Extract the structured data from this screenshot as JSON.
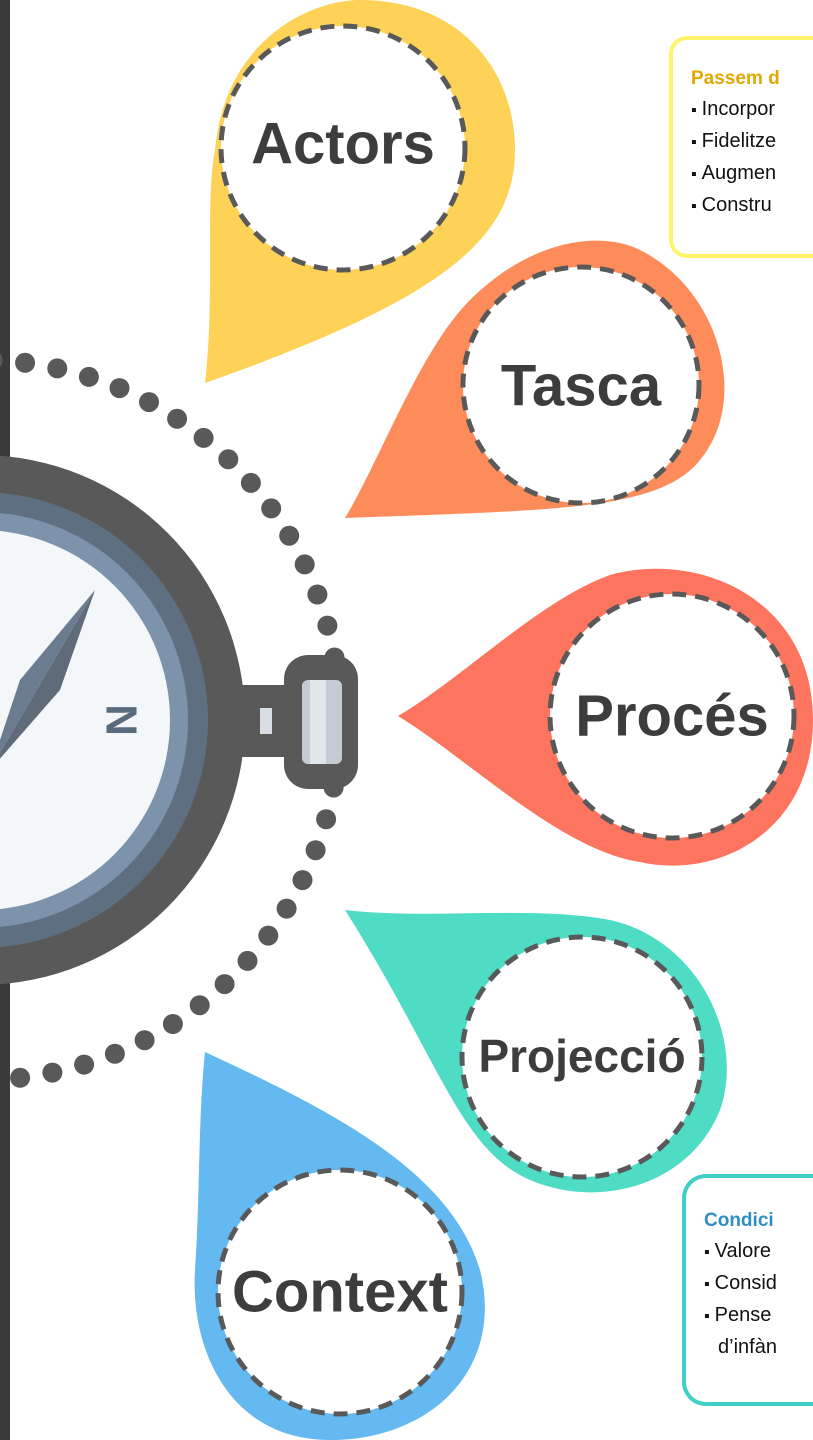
{
  "pins": [
    {
      "label": "Actors",
      "color": "#fdd257"
    },
    {
      "label": "Tasca",
      "color": "#fe8c5a"
    },
    {
      "label": "Procés",
      "color": "#fe755f"
    },
    {
      "label": "Projecció",
      "color": "#4edcc4"
    },
    {
      "label": "Context",
      "color": "#64b9f0"
    }
  ],
  "callout_top": {
    "title": "Passem d",
    "items": [
      "Incorpor",
      "Fidelitze",
      "Augmen",
      "Constru"
    ]
  },
  "callout_bottom": {
    "title": "Condici",
    "items": [
      "Valore",
      "Consid",
      "Pense",
      "d’infàn"
    ]
  },
  "compass": {
    "letter": "N",
    "icon": "compass-icon"
  }
}
